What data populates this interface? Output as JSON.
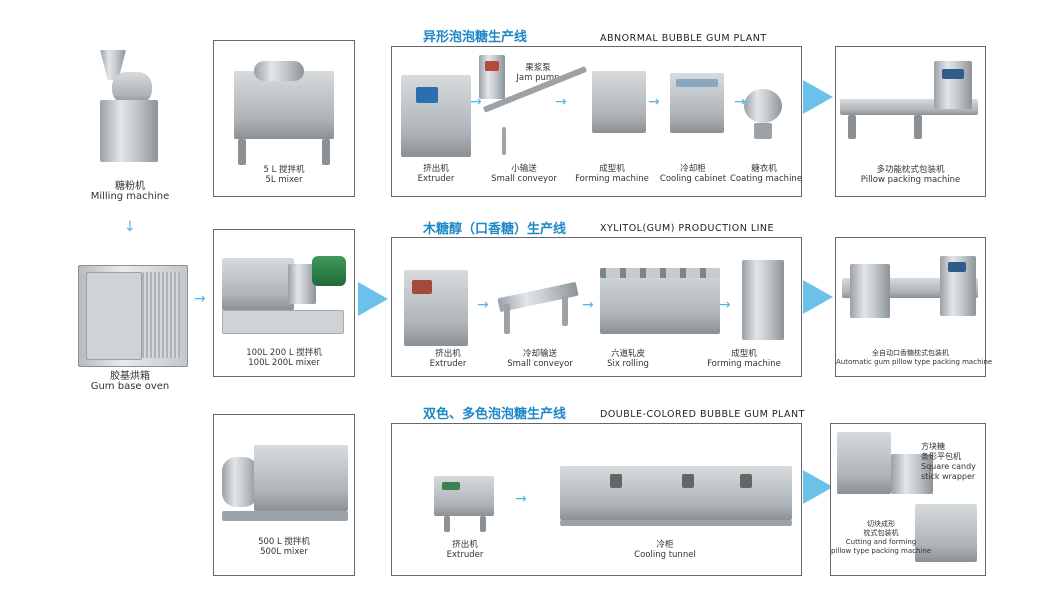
{
  "rows": [
    {
      "title_cn": "异形泡泡糖生产线",
      "title_en": "ABNORMAL BUBBLE GUM PLANT",
      "mixer": {
        "cn": "5 L 搅拌机",
        "en": "5L mixer"
      },
      "steps": [
        {
          "cn": "挤出机",
          "en": "Extruder"
        },
        {
          "cn": "小输送",
          "en": "Small conveyor"
        },
        {
          "cn": "成型机",
          "en": "Forming machine"
        },
        {
          "cn": "冷却柜",
          "en": "Cooling cabinet"
        },
        {
          "cn": "糖衣机",
          "en": "Coating machine"
        }
      ],
      "jam_pump": {
        "cn": "果浆泵",
        "en": "Jam pump"
      },
      "packer": {
        "cn": "多功能枕式包装机",
        "en": "Pillow packing machine"
      }
    },
    {
      "title_cn": "木糖醇（口香糖）生产线",
      "title_en": "XYLITOL(GUM) PRODUCTION LINE",
      "mixer": {
        "cn": "100L  200 L 搅拌机",
        "en": "100L  200L mixer"
      },
      "steps": [
        {
          "cn": "挤出机",
          "en": "Extruder"
        },
        {
          "cn": "冷却输送",
          "en": "Small conveyor"
        },
        {
          "cn": "六道轧皮",
          "en": "Six rolling"
        },
        {
          "cn": "成型机",
          "en": "Forming machine"
        }
      ],
      "packer": {
        "cn": "全自动口香糖枕式包装机",
        "en": "Automatic gum  pillow type packing machine"
      }
    },
    {
      "title_cn": "双色、多色泡泡糖生产线",
      "title_en": "DOUBLE-COLORED BUBBLE GUM PLANT",
      "mixer": {
        "cn": "500 L 搅拌机",
        "en": "500L mixer"
      },
      "steps": [
        {
          "cn": "挤出机",
          "en": "Extruder"
        },
        {
          "cn": "冷柜",
          "en": "Cooling tunnel"
        }
      ],
      "packer_a": {
        "cn1": "方块糖",
        "cn2": "条形平包机",
        "en1": "Square candy",
        "en2": "stick wrapper"
      },
      "packer_b": {
        "cn1": "切块成形",
        "cn2": "枕式包装机",
        "en1": "Cutting and forming",
        "en2": "pillow type packing machine"
      }
    }
  ],
  "milling": {
    "cn": "糖粉机",
    "en": "Milling machine"
  },
  "oven": {
    "cn": "胶基烘箱",
    "en": "Gum base oven"
  },
  "colors": {
    "accent": "#1e88c7",
    "arrow": "#6cc1ea",
    "border": "#666666"
  }
}
